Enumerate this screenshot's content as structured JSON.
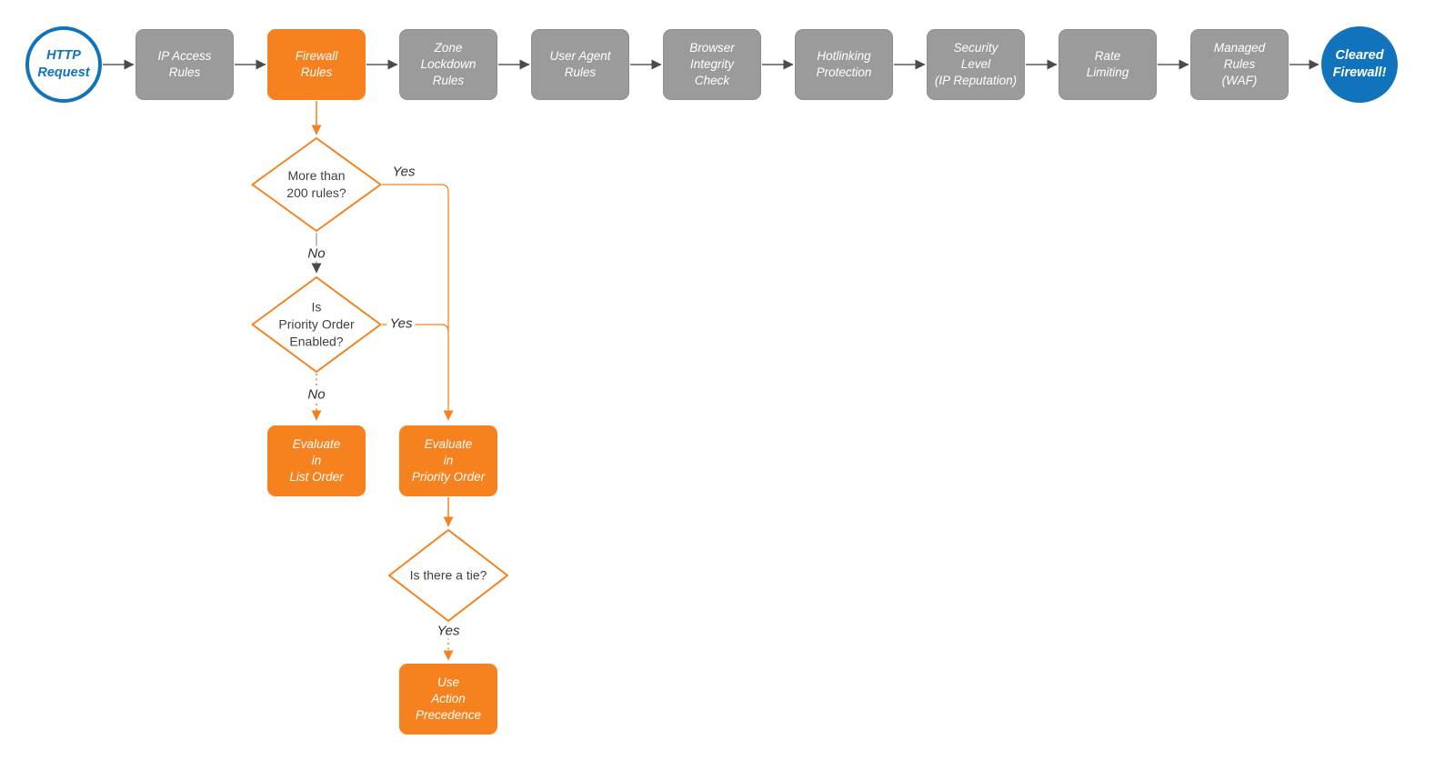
{
  "palette": {
    "orange": "#F6821F",
    "gray_node": "#9B9B9B",
    "blue": "#1173BB",
    "connector_gray": "#58595B",
    "text_dark": "#3F3F3F"
  },
  "flow": {
    "start": {
      "label": "HTTP\nRequest"
    },
    "steps": [
      {
        "label": "IP Access\nRules",
        "variant": "gray"
      },
      {
        "label": "Firewall\nRules",
        "variant": "orange"
      },
      {
        "label": "Zone\nLockdown\nRules",
        "variant": "gray"
      },
      {
        "label": "User Agent\nRules",
        "variant": "gray"
      },
      {
        "label": "Browser\nIntegrity\nCheck",
        "variant": "gray"
      },
      {
        "label": "Hotlinking\nProtection",
        "variant": "gray"
      },
      {
        "label": "Security\nLevel\n(IP Reputation)",
        "variant": "gray"
      },
      {
        "label": "Rate\nLimiting",
        "variant": "gray"
      },
      {
        "label": "Managed\nRules\n(WAF)",
        "variant": "gray"
      }
    ],
    "end": {
      "label": "Cleared\nFirewall!"
    }
  },
  "branch": {
    "decision_rules": {
      "label": "More than\n200 rules?"
    },
    "decision_priority": {
      "label": "Is\nPriority Order\nEnabled?"
    },
    "decision_tie": {
      "label": "Is there a tie?"
    },
    "evaluate_list": {
      "label": "Evaluate\nin\nList Order"
    },
    "evaluate_priority": {
      "label": "Evaluate\nin\nPriority Order"
    },
    "use_action": {
      "label": "Use\nAction\nPrecedence"
    },
    "labels": {
      "yes_rules": "Yes",
      "no_rules": "No",
      "yes_priority": "Yes",
      "no_priority": "No",
      "yes_tie": "Yes"
    }
  }
}
